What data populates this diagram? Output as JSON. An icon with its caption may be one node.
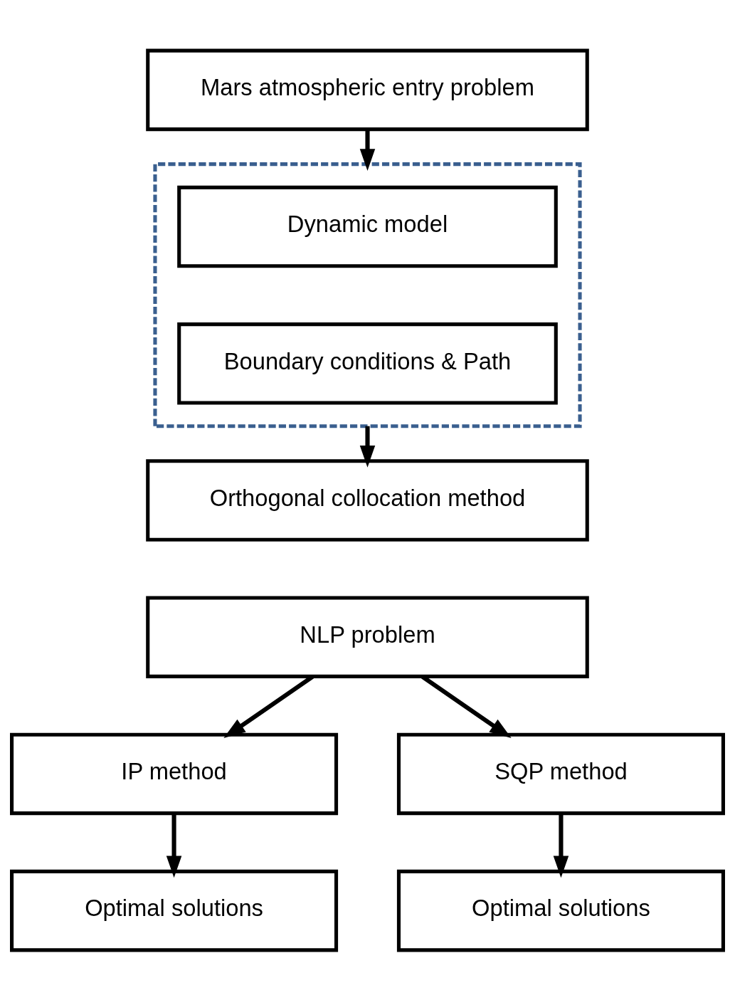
{
  "diagram": {
    "nodes": [
      {
        "text": [
          "Mars atmospheric entry problem"
        ]
      },
      {
        "text": [],
        "shape": "box"
      },
      {
        "text": [
          "Dynamic model"
        ],
        "in": 1
      },
      {
        "text": [
          "Boundary conditions & Path"
        ],
        "in": 1
      },
      {
        "text": [
          "Orthogonal collocation method"
        ]
      },
      {
        "text": [
          "NLP problem"
        ]
      },
      {
        "text": [
          "IP method"
        ]
      },
      {
        "text": [
          "SQP method"
        ]
      },
      {
        "text": [
          "Optimal solutions"
        ]
      },
      {
        "text": [
          "Optimal solutions"
        ]
      }
    ],
    "edges": [
      {
        "from": 0,
        "to": 1,
        "arrow": "to"
      },
      {
        "from": 1,
        "to": 4,
        "arrow": "to"
      },
      {
        "from": 5,
        "to": 6,
        "arrow": "to"
      },
      {
        "from": 5,
        "to": 7,
        "arrow": "to"
      },
      {
        "from": 6,
        "to": 8,
        "arrow": "to"
      },
      {
        "from": 7,
        "to": 9,
        "arrow": "to"
      }
    ]
  }
}
